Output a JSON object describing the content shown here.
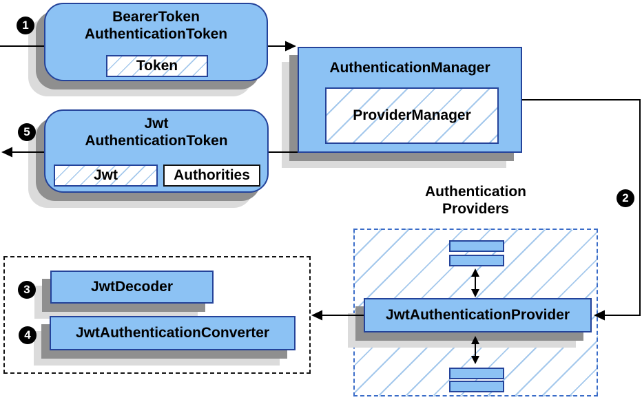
{
  "diagram": {
    "badges": {
      "step1": "1",
      "step2": "2",
      "step3": "3",
      "step4": "4",
      "step5": "5"
    },
    "nodes": {
      "bearer_token": {
        "title_line1": "BearerToken",
        "title_line2": "AuthenticationToken",
        "field_token": "Token"
      },
      "authentication_manager": {
        "title": "AuthenticationManager",
        "inner": "ProviderManager"
      },
      "jwt_authentication_token": {
        "title_line1": "Jwt",
        "title_line2": "AuthenticationToken",
        "field_jwt": "Jwt",
        "field_authorities": "Authorities"
      },
      "authentication_providers": {
        "group_title_line1": "Authentication",
        "group_title_line2": "Providers",
        "provider": "JwtAuthenticationProvider"
      },
      "jwt_tools": {
        "decoder": "JwtDecoder",
        "converter": "JwtAuthenticationConverter"
      }
    },
    "colors": {
      "node_fill": "#8CC2F4",
      "node_border": "#24439A",
      "hatch_line": "#A4C8EC",
      "dashed_blue_border": "#3A6CC8",
      "dashed_black_border": "#111111",
      "connector": "#000000",
      "shadow_dark": "#8F8F8F",
      "shadow_light": "#DBDBDB"
    }
  }
}
